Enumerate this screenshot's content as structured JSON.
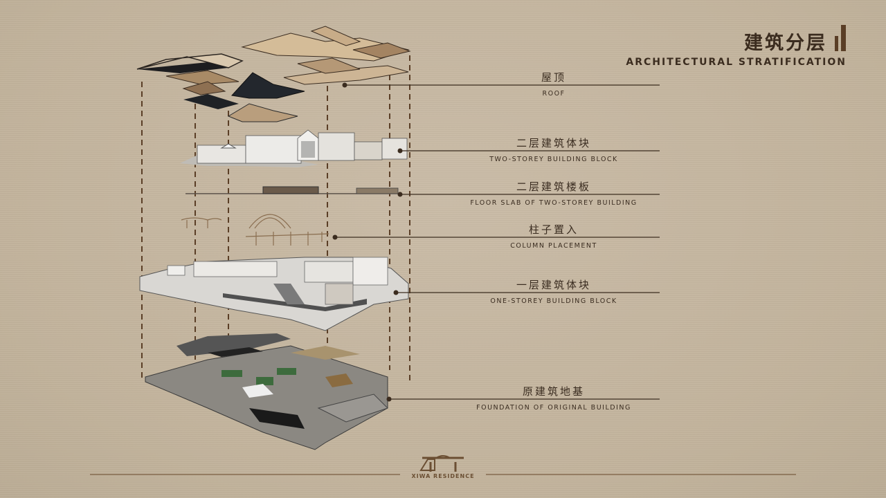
{
  "header": {
    "title_zh": "建筑分层",
    "title_en": "ARCHITECTURAL STRATIFICATION"
  },
  "layers": [
    {
      "zh": "屋顶",
      "en": "ROOF"
    },
    {
      "zh": "二层建筑体块",
      "en": "TWO-STOREY BUILDING BLOCK"
    },
    {
      "zh": "二层建筑楼板",
      "en": "FLOOR SLAB OF TWO-STOREY BUILDING"
    },
    {
      "zh": "柱子置入",
      "en": "COLUMN PLACEMENT"
    },
    {
      "zh": "一层建筑体块",
      "en": "ONE-STOREY BUILDING BLOCK"
    },
    {
      "zh": "原建筑地基",
      "en": "FOUNDATION OF ORIGINAL BUILDING"
    }
  ],
  "footer": {
    "brand": "XIWA RESIDENCE"
  },
  "colors": {
    "accent": "#5a3e26",
    "line": "#4a3626",
    "background": "#c7b8a2"
  }
}
